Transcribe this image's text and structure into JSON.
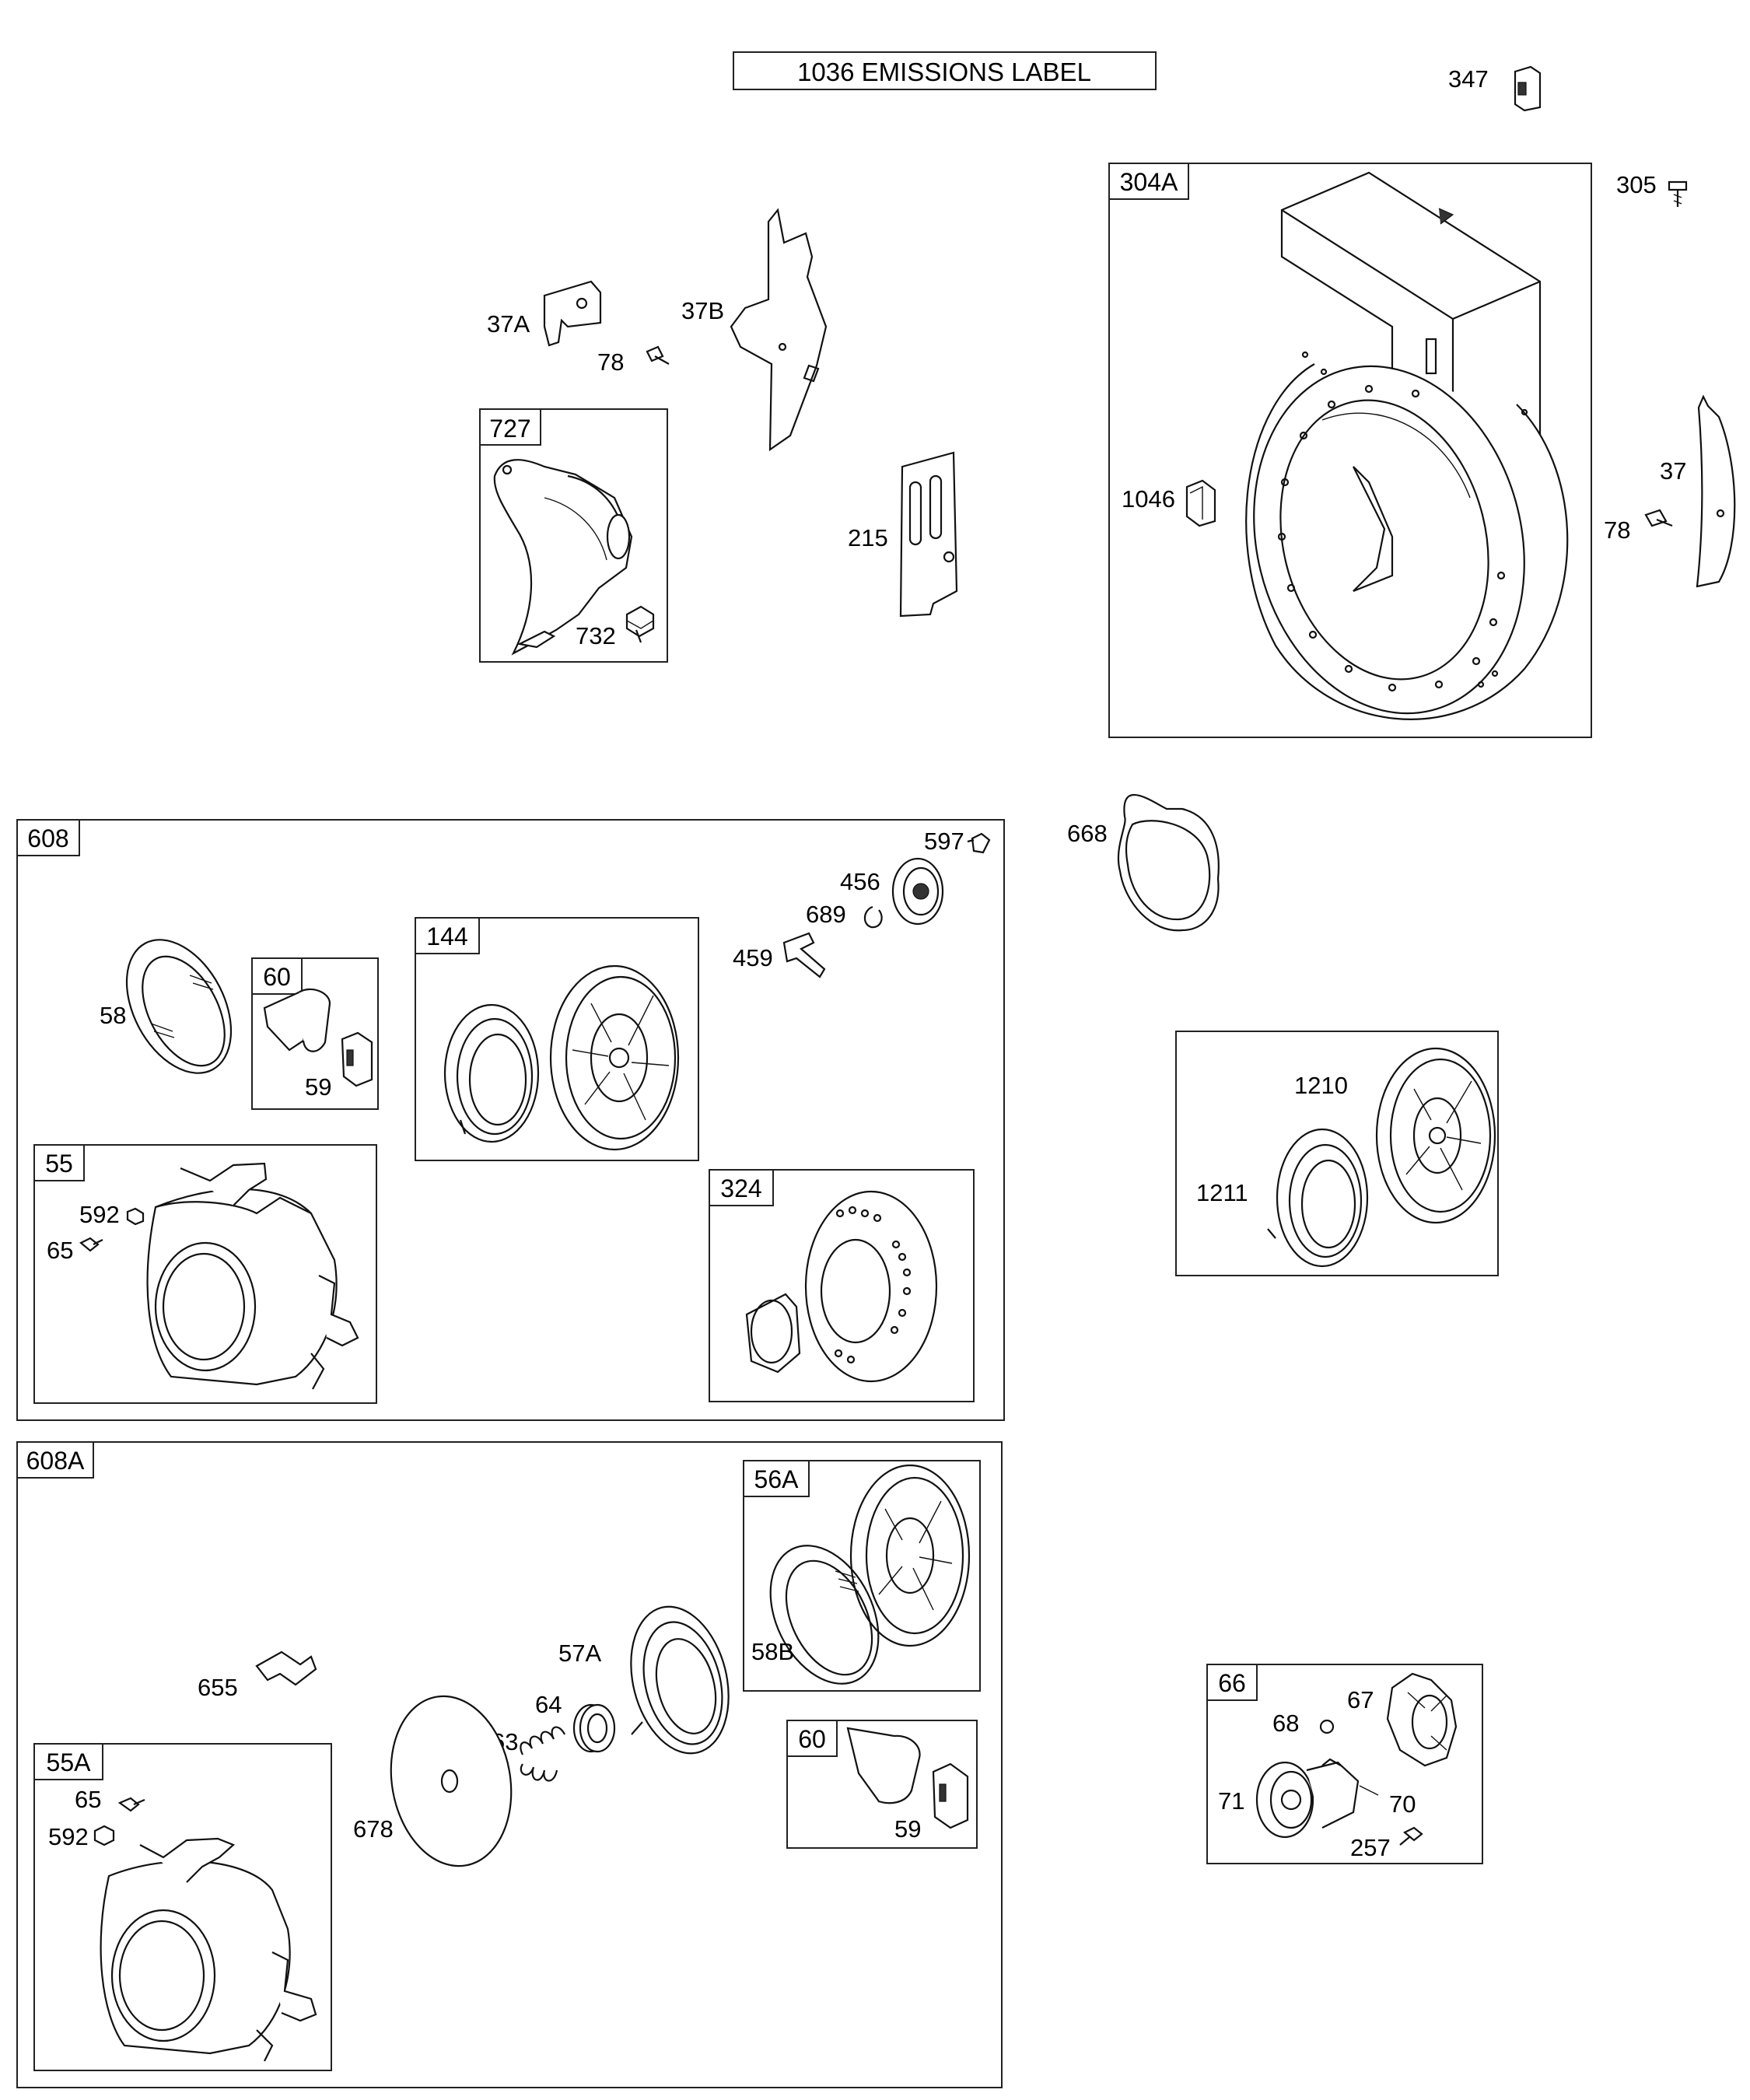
{
  "header": {
    "emissions_label": "1036 EMISSIONS LABEL"
  },
  "groups": {
    "g304A": "304A",
    "g727": "727",
    "g608": "608",
    "g60a": "60",
    "g144": "144",
    "g55": "55",
    "g324": "324",
    "g608A": "608A",
    "g56A": "56A",
    "g60b": "60",
    "g55A": "55A",
    "g66": "66"
  },
  "parts": {
    "p347": "347",
    "p305": "305",
    "p37A": "37A",
    "p78a": "78",
    "p37B": "37B",
    "p732": "732",
    "p215": "215",
    "p1046": "1046",
    "p37": "37",
    "p78b": "78",
    "p597": "597",
    "p456": "456",
    "p689": "689",
    "p459": "459",
    "p668": "668",
    "p58": "58",
    "p59a": "59",
    "p592a": "592",
    "p65a": "65",
    "p1210": "1210",
    "p1211": "1211",
    "p655": "655",
    "p57A": "57A",
    "p58B": "58B",
    "p64": "64",
    "p63": "63",
    "p678": "678",
    "p59b": "59",
    "p65b": "65",
    "p592b": "592",
    "p67": "67",
    "p68": "68",
    "p71": "71",
    "p70": "70",
    "p257": "257"
  }
}
